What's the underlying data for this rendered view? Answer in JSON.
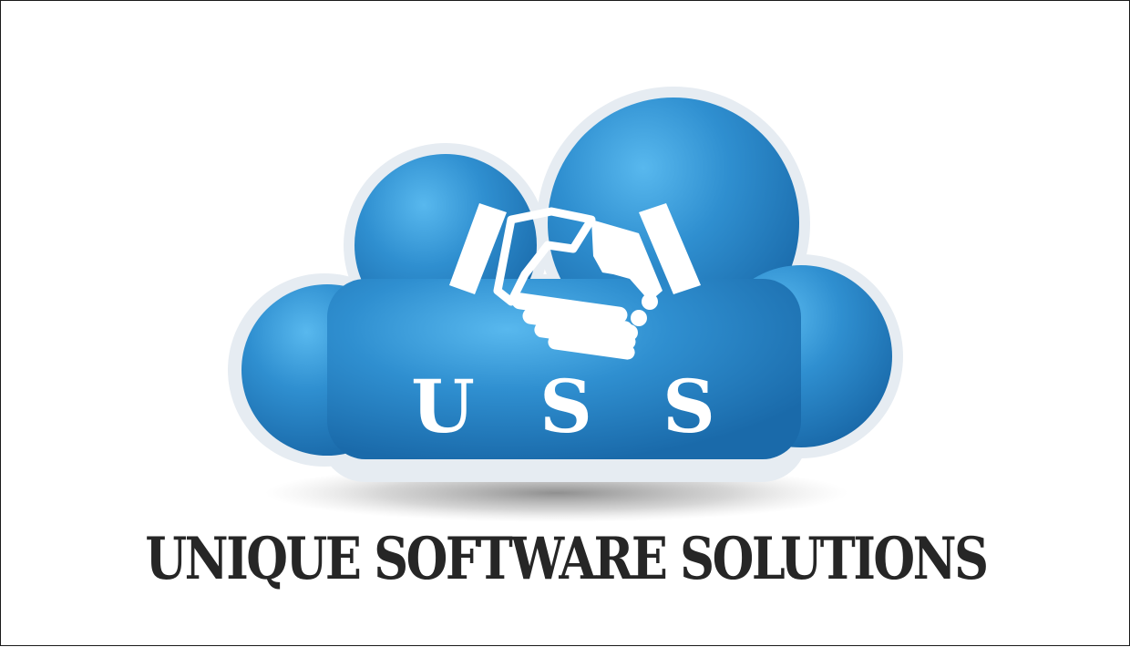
{
  "logo": {
    "monogram": [
      "U",
      "S",
      "S"
    ],
    "icon": "handshake-icon",
    "shape": "cloud",
    "colors": {
      "cloud_light": "#53b3ea",
      "cloud_mid": "#2f8fd0",
      "cloud_dark": "#1b6fb0",
      "outline": "#e9eef3",
      "icon": "#ffffff"
    }
  },
  "company_name": "UNIQUE SOFTWARE SOLUTIONS",
  "text_color": "#262626"
}
